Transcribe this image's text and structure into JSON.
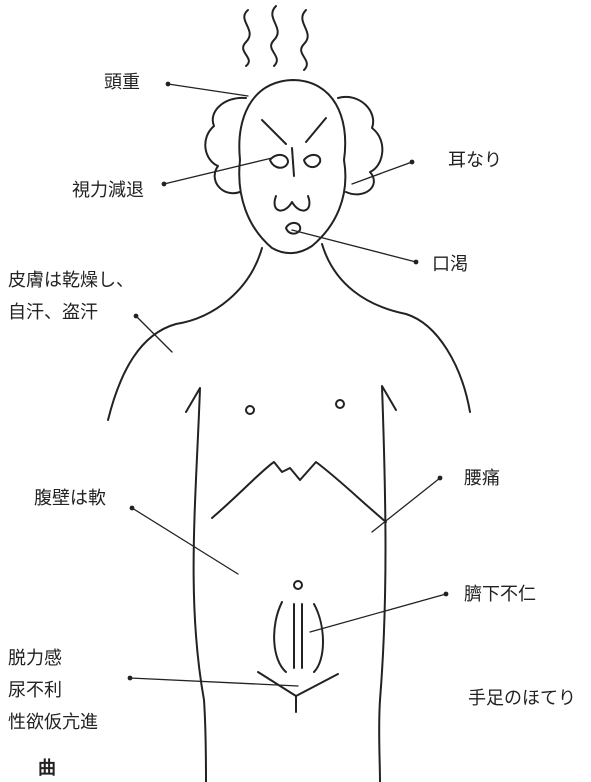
{
  "labels": {
    "head_heavy": "頭重",
    "vision_decline": "視力減退",
    "tinnitus": "耳なり",
    "thirst": "口渇",
    "skin_line1": "皮膚は乾燥し、",
    "skin_line2": "自汗、盗汗",
    "abdominal_wall": "腹壁は軟",
    "lumbago": "腰痛",
    "umbilical": "臍下不仁",
    "lower_left_1": "脱力感",
    "lower_left_2": "尿不利",
    "lower_left_3": "性欲仮亢進",
    "hands_feet": "手足のほてり",
    "footer_fragment": "曲"
  },
  "colors": {
    "ink": "#222222",
    "background": "#ffffff"
  }
}
